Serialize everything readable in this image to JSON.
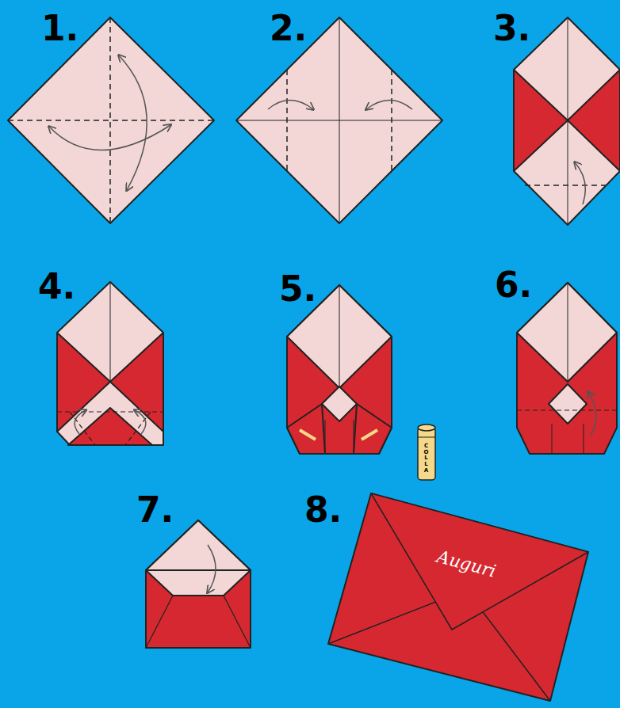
{
  "diagram": {
    "labels": [
      "1.",
      "2.",
      "3.",
      "4.",
      "5.",
      "6.",
      "7.",
      "8.",
      "COLLA",
      "Auguri"
    ]
  }
}
